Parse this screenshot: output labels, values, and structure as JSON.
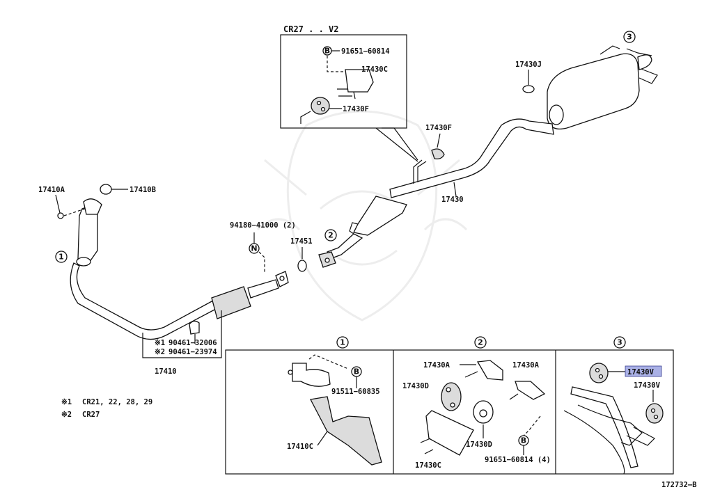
{
  "inset_header": "CR27 . . V2",
  "figure_id": "172732–B",
  "callout_numbers": [
    "1",
    "2",
    "3"
  ],
  "labels": {
    "p_91651_60814": "91651−60814",
    "p_17430C_top": "17430C",
    "p_17430F_inset": "17430F",
    "p_17430J": "17430J",
    "p_17430F_main": "17430F",
    "p_17430_main": "17430",
    "p_17410A": "17410A",
    "p_17410B": "17410B",
    "p_94180": "94180−41000 (2)",
    "p_17451": "17451",
    "p_90461_1": "90461−32006",
    "p_90461_2": "90461−23974",
    "p_17410": "17410",
    "p_91511": "91511−60835",
    "p_17410C": "17410C",
    "p_17430A_1": "17430A",
    "p_17430A_2": "17430A",
    "p_17430D_1": "17430D",
    "p_17430D_2": "17430D",
    "p_17430C_b": "17430C",
    "p_91651_4": "91651−60814 (4)",
    "p_17430V_hl": "17430V",
    "p_17430V": "17430V"
  },
  "markers": {
    "note1": "※1",
    "note2": "※2",
    "bolt": "B",
    "nut": "N"
  },
  "notes": [
    {
      "mark": "※1",
      "text": "CR21, 22, 28, 29"
    },
    {
      "mark": "※2",
      "text": "CR27"
    }
  ],
  "highlight_color": "#aab1e6"
}
